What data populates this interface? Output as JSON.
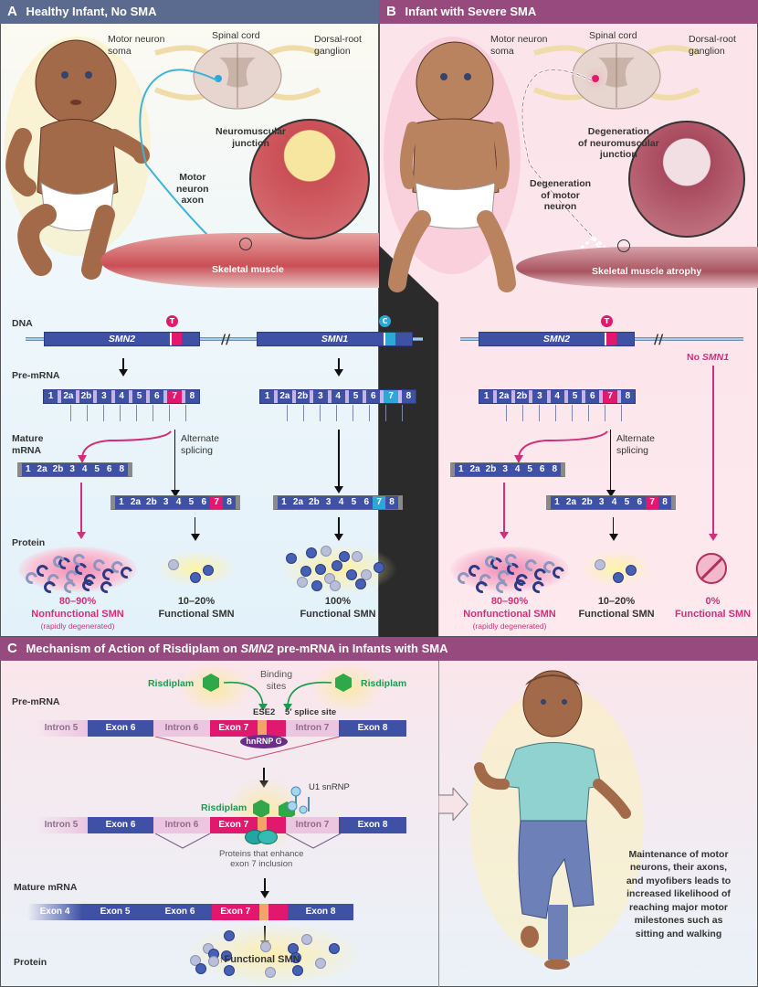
{
  "panelA": {
    "letter": "A",
    "title": "Healthy Infant, No SMA",
    "labels": {
      "motor_neuron_soma": "Motor neuron\nsoma",
      "spinal_cord": "Spinal cord",
      "drg": "Dorsal-root\nganglion",
      "nmj": "Neuromuscular\njunction",
      "axon": "Motor\nneuron\naxon",
      "muscle": "Skeletal muscle"
    },
    "rows": {
      "dna": "DNA",
      "premrna": "Pre-mRNA",
      "mature": "Mature\nmRNA",
      "protein": "Protein"
    },
    "smn2": {
      "gene": "SMN2",
      "nucleotide": "T",
      "exons": [
        "1",
        "2a",
        "2b",
        "3",
        "4",
        "5",
        "6",
        "7",
        "8"
      ],
      "skipped_mrna": [
        "1",
        "2a",
        "2b",
        "3",
        "4",
        "5",
        "6",
        "8"
      ],
      "full_mrna": [
        "1",
        "2a",
        "2b",
        "3",
        "4",
        "5",
        "6",
        "7",
        "8"
      ],
      "alt_label": "Alternate\nsplicing"
    },
    "smn1": {
      "gene": "SMN1",
      "nucleotide": "C",
      "exons": [
        "1",
        "2a",
        "2b",
        "3",
        "4",
        "5",
        "6",
        "7",
        "8"
      ],
      "full_mrna": [
        "1",
        "2a",
        "2b",
        "3",
        "4",
        "5",
        "6",
        "7",
        "8"
      ]
    },
    "outcomes": [
      {
        "pct": "80–90%",
        "label": "Nonfunctional SMN",
        "note": "(rapidly degenerated)"
      },
      {
        "pct": "10–20%",
        "label": "Functional SMN"
      },
      {
        "pct": "100%",
        "label": "Functional SMN"
      }
    ]
  },
  "panelB": {
    "letter": "B",
    "title": "Infant with Severe SMA",
    "labels": {
      "motor_neuron_soma": "Motor neuron\nsoma",
      "spinal_cord": "Spinal cord",
      "drg": "Dorsal-root\nganglion",
      "nmj": "Degeneration\nof neuromuscular\njunction",
      "axon": "Degeneration\nof motor\nneuron",
      "muscle": "Skeletal muscle atrophy"
    },
    "smn2": {
      "gene": "SMN2",
      "nucleotide": "T",
      "exons": [
        "1",
        "2a",
        "2b",
        "3",
        "4",
        "5",
        "6",
        "7",
        "8"
      ],
      "skipped_mrna": [
        "1",
        "2a",
        "2b",
        "3",
        "4",
        "5",
        "6",
        "8"
      ],
      "full_mrna": [
        "1",
        "2a",
        "2b",
        "3",
        "4",
        "5",
        "6",
        "7",
        "8"
      ],
      "alt_label": "Alternate\nsplicing"
    },
    "no_smn1_prefix": "No ",
    "no_smn1_gene": "SMN1",
    "outcomes": [
      {
        "pct": "80–90%",
        "label": "Nonfunctional SMN",
        "note": "(rapidly degenerated)"
      },
      {
        "pct": "10–20%",
        "label": "Functional SMN"
      },
      {
        "pct": "0%",
        "label": "Functional SMN"
      }
    ]
  },
  "panelC": {
    "letter": "C",
    "title_pre": "Mechanism of Action of Risdiplam on ",
    "title_gene": "SMN2",
    "title_post": " pre-mRNA in Infants with SMA",
    "rows": {
      "premrna": "Pre-mRNA",
      "mature": "Mature mRNA",
      "protein": "Protein"
    },
    "drug": "Risdiplam",
    "binding_sites": "Binding\nsites",
    "ese2": "ESE2",
    "splice_site": "5′ splice site",
    "hnrnp": "hnRNP G",
    "u1": "U1 snRNP",
    "enhancers": "Proteins that enhance\nexon 7 inclusion",
    "segments": [
      "Intron 5",
      "Exon 6",
      "Intron 6",
      "Exon 7",
      "Intron 7",
      "Exon 8"
    ],
    "mature_segments": [
      "Exon 4",
      "Exon 5",
      "Exon 6",
      "Exon 7",
      "Exon 8"
    ],
    "protein_label": "↑Functional SMN",
    "outcome_text": "Maintenance of motor neurons, their axons, and myofibers leads to increased likelihood of reaching major motor milestones such as sitting and walking"
  }
}
